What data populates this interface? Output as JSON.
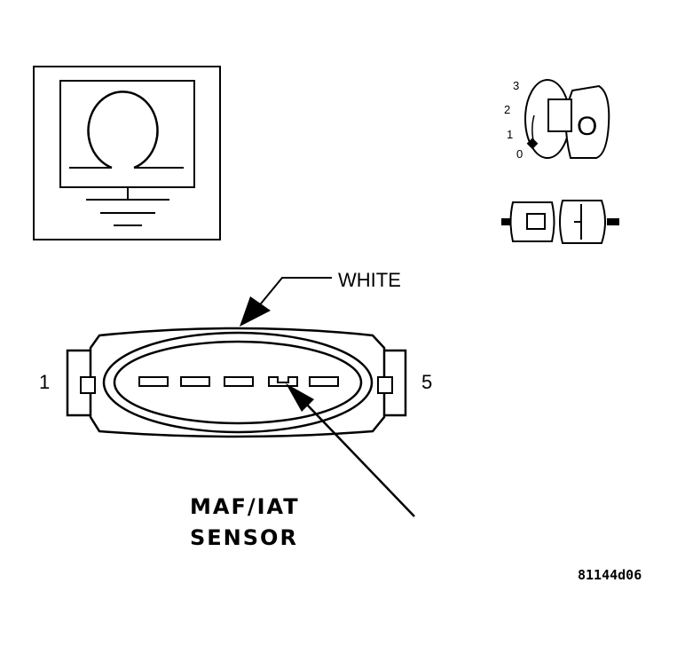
{
  "meter": {
    "symbol_icon": "ohm-symbol-icon",
    "ground_icon": "ground-icon"
  },
  "ignition": {
    "positions": [
      "3",
      "2",
      "1",
      "0"
    ],
    "key_label": "O",
    "icon": "ignition-key-icon"
  },
  "connector_icon": "disconnected-connector-icon",
  "wire_label": "WHITE",
  "pin_left": "1",
  "pin_right": "5",
  "component_label_line1": "MAF/IAT",
  "component_label_line2": "SENSOR",
  "figure_id": "81144d06",
  "colors": {
    "ink": "#000000",
    "paper": "#ffffff"
  }
}
